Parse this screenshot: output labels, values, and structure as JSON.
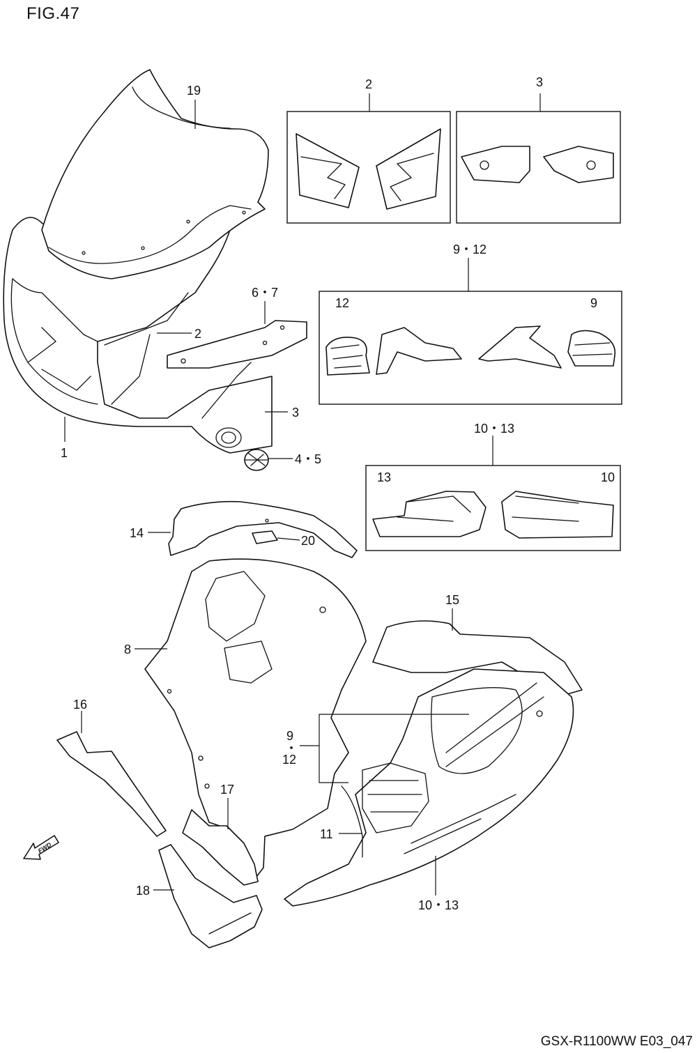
{
  "figure": {
    "title": "FIG.47"
  },
  "footer": {
    "code": "GSX-R1100WW  E03_047"
  },
  "callouts": {
    "c1": "1",
    "c2_top": "2",
    "c2": "2",
    "c3_top": "3",
    "c3": "3",
    "c45": "4・5",
    "c67": "6・7",
    "c8": "8",
    "c9_12_top": "9・12",
    "c9_12_box_left": "12",
    "c9_12_box_right": "9",
    "c9_12_side_a": "9",
    "c9_12_side_dot": "・",
    "c9_12_side_b": "12",
    "c10_13_top": "10・13",
    "c10_13_box_left": "13",
    "c10_13_box_right": "10",
    "c10_13": "10・13",
    "c11": "11",
    "c14": "14",
    "c15": "15",
    "c16": "16",
    "c17": "17",
    "c18": "18",
    "c19": "19",
    "c20": "20"
  },
  "fwd": {
    "label": "FWD"
  }
}
